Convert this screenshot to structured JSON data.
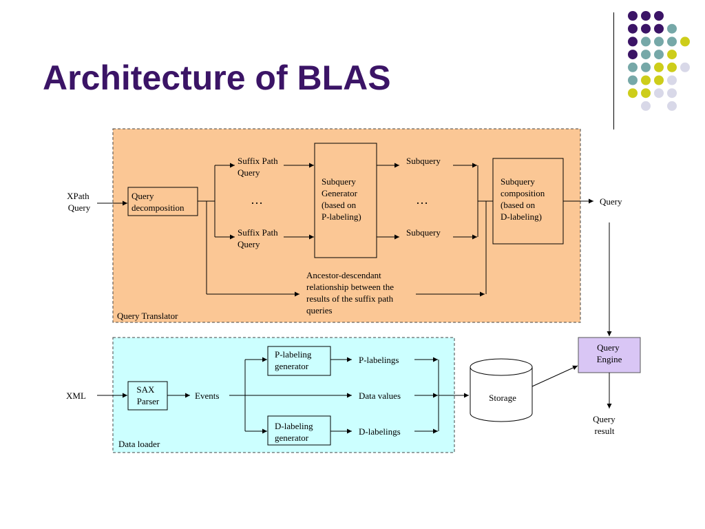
{
  "slide": {
    "title": "Architecture of BLAS"
  },
  "decoration": {
    "dot_colors": {
      "purple": "#3b1466",
      "teal": "#76a8a8",
      "olive": "#cdcd1a",
      "lavender": "#d8d8e8"
    }
  },
  "colors": {
    "translator_bg": "#fbc795",
    "loader_bg": "#ccffff",
    "engine_bg": "#d9c6f5",
    "border": "#000000"
  },
  "query_translator": {
    "region_label": "Query Translator",
    "input": [
      "XPath",
      "Query"
    ],
    "decomposition": [
      "Query",
      "decomposition"
    ],
    "suffix_top": [
      "Suffix Path",
      "Query"
    ],
    "suffix_bottom": [
      "Suffix Path",
      "Query"
    ],
    "ellipsis_left": "…",
    "generator": [
      "Subquery",
      "Generator",
      "(based on",
      "P-labeling)"
    ],
    "subquery_top": "Subquery",
    "subquery_bottom": "Subquery",
    "ellipsis_right": "…",
    "composition": [
      "Subquery",
      "composition",
      "(based on",
      "D-labeling)"
    ],
    "ancestor_note": [
      "Ancestor-descendant",
      "relationship between the",
      "results of the suffix path",
      "queries"
    ],
    "output": "Query"
  },
  "data_loader": {
    "region_label": "Data loader",
    "input": "XML",
    "parser": [
      "SAX",
      "Parser"
    ],
    "events": "Events",
    "p_gen": [
      "P-labeling",
      "generator"
    ],
    "d_gen": [
      "D-labeling",
      "generator"
    ],
    "p_labelings": "P-labelings",
    "data_values": "Data values",
    "d_labelings": "D-labelings",
    "storage": "Storage"
  },
  "engine": {
    "box": [
      "Query",
      "Engine"
    ],
    "result": [
      "Query",
      "result"
    ]
  }
}
